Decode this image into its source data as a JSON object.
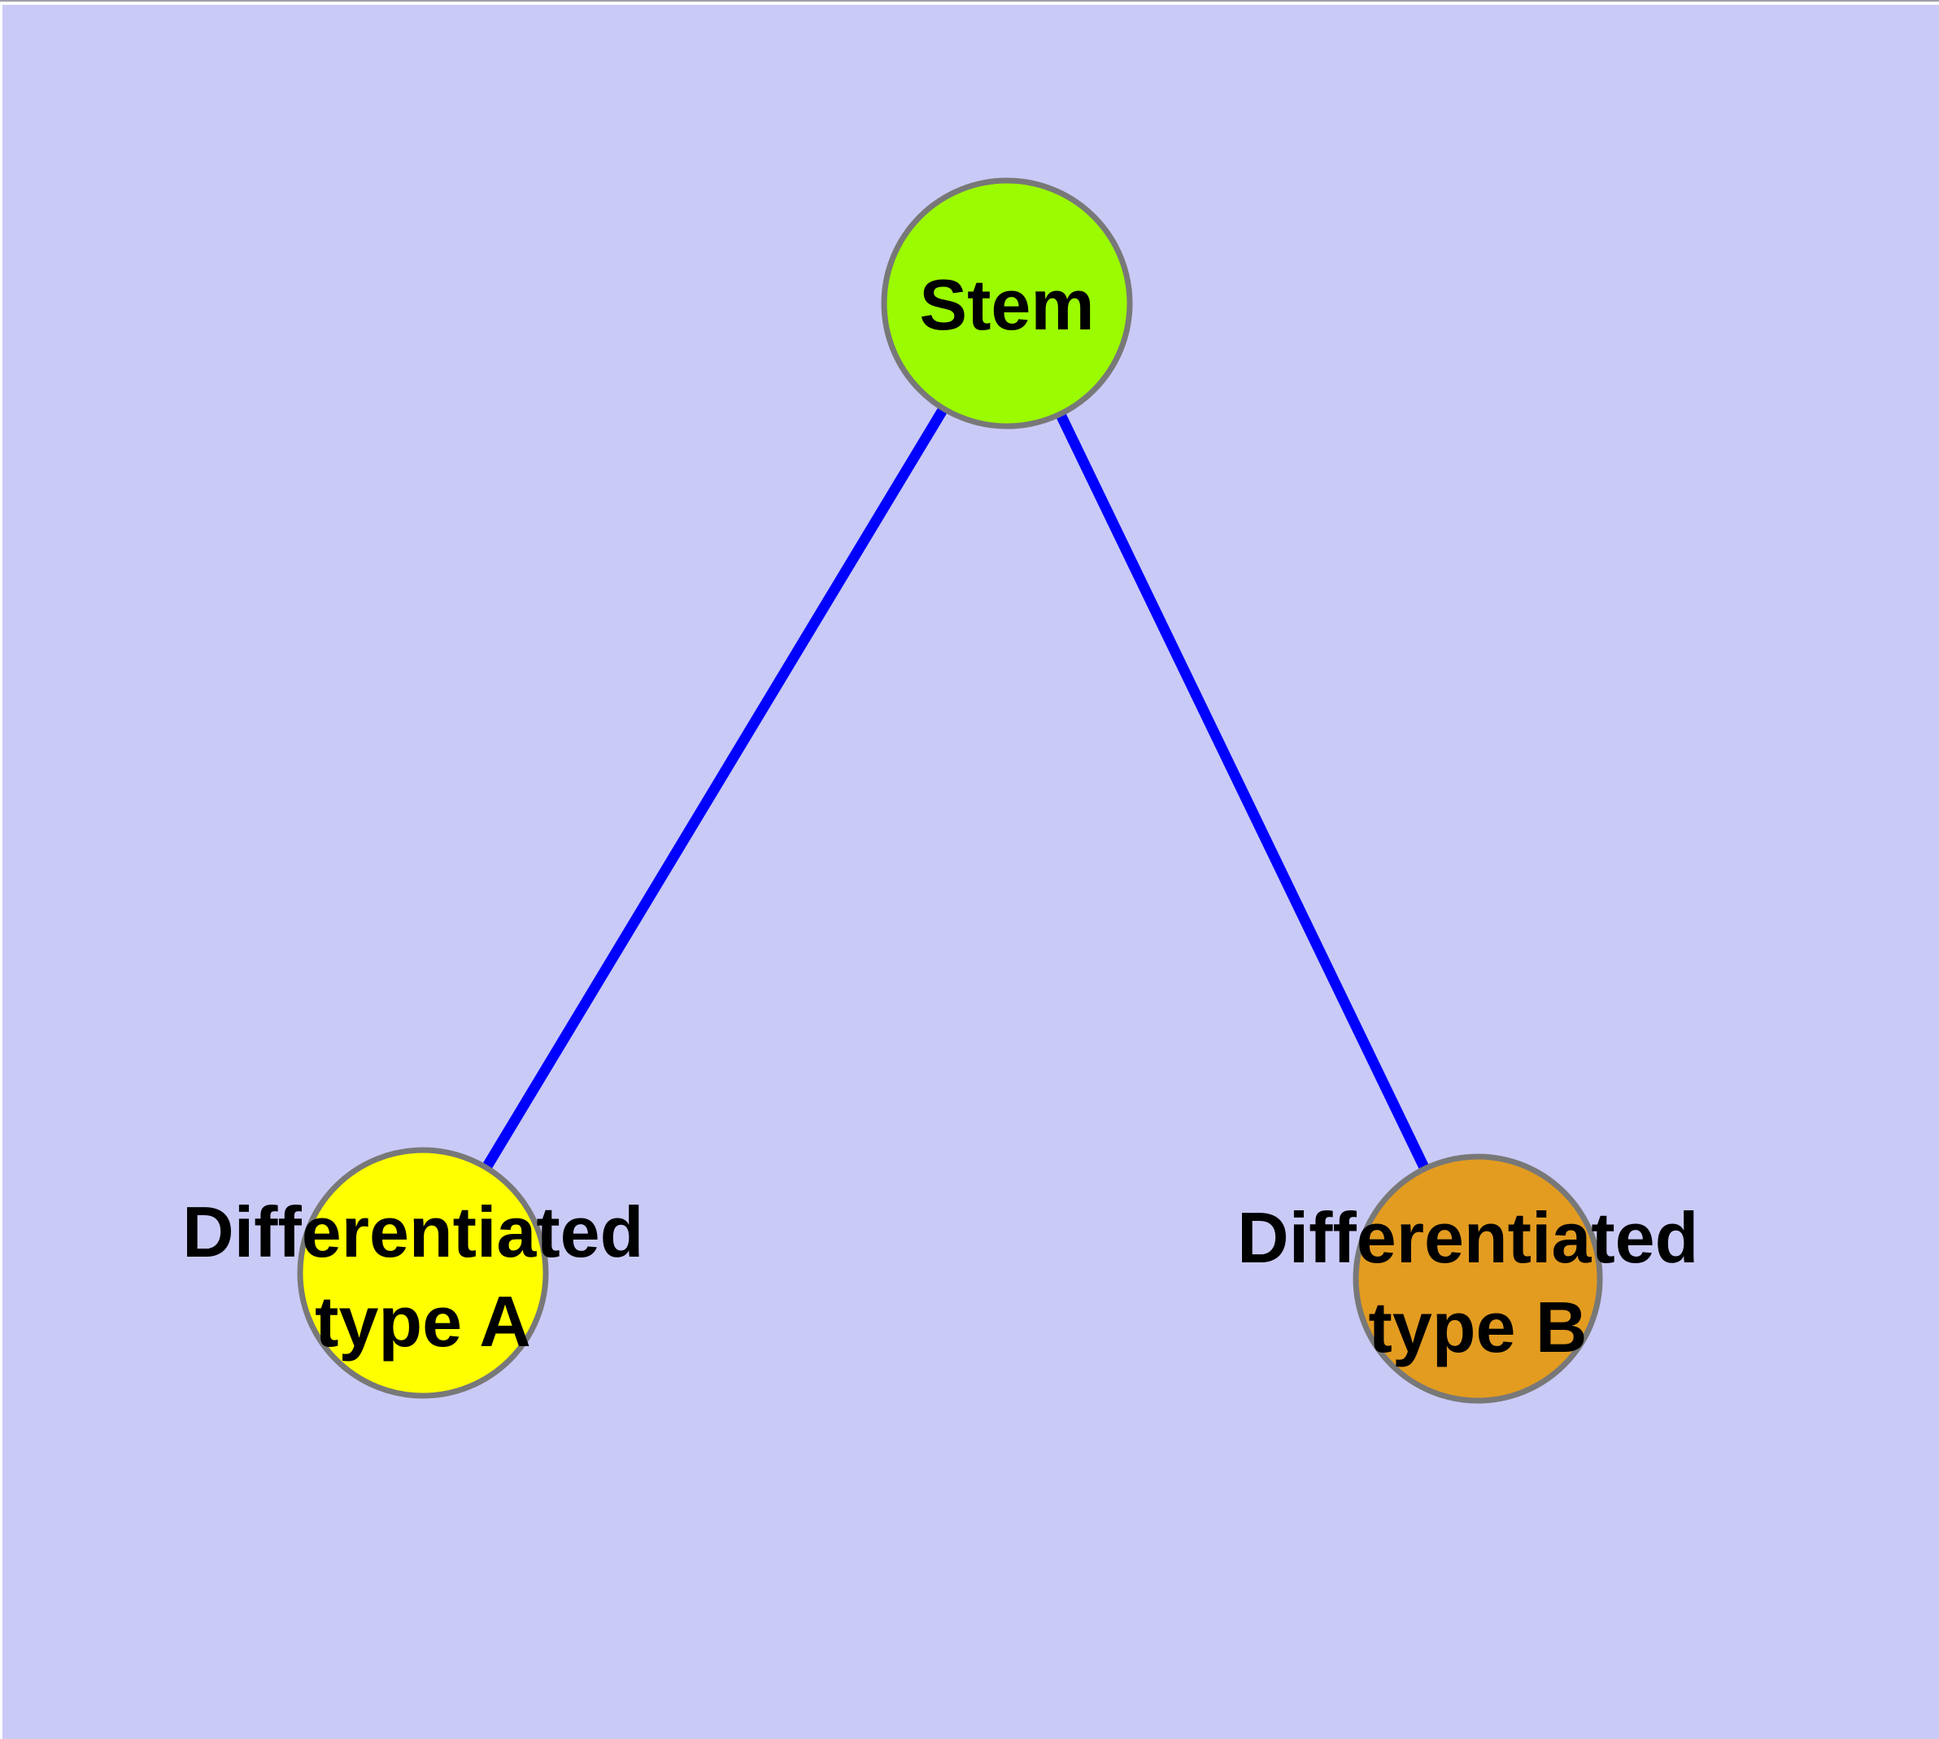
{
  "diagram": {
    "type": "graph",
    "background_color": "#CACAF7",
    "edge_color": "#0000FF",
    "node_border_color": "#787878",
    "label_color": "#000000",
    "window_top_line_color": "#A0A0A8",
    "window_highlight_color": "#FDFDFE",
    "nodes": [
      {
        "id": "stem",
        "label": "Stem",
        "fill": "#9BFB00"
      },
      {
        "id": "differentiated-type-a",
        "label_line1": "Differentiated",
        "label_line2": "type A",
        "fill": "#FFFF00"
      },
      {
        "id": "differentiated-type-b",
        "label_line1": "Differentiated",
        "label_line2": "type B",
        "fill": "#E39C20"
      }
    ],
    "edges": [
      {
        "from": "Stem",
        "to": "Differentiated type A"
      },
      {
        "from": "Stem",
        "to": "Differentiated type B"
      }
    ]
  }
}
